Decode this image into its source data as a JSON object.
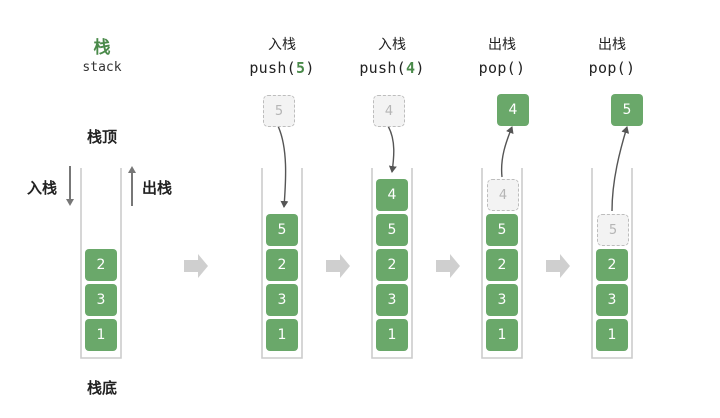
{
  "legend": {
    "title_cn": "栈",
    "title_en": "stack",
    "top_label": "栈顶",
    "bottom_label": "栈底",
    "push_label": "入栈",
    "pop_label": "出栈"
  },
  "steps": [
    {
      "op_cn": "",
      "op_code_prefix": "",
      "op_arg": "",
      "op_code_suffix": "",
      "stack_bottom_to_top": [
        "1",
        "3",
        "2"
      ],
      "ghost": null,
      "floating": null
    },
    {
      "op_cn": "入栈",
      "op_code_prefix": "push(",
      "op_arg": "5",
      "op_code_suffix": ")",
      "stack_bottom_to_top": [
        "1",
        "3",
        "2",
        "5"
      ],
      "ghost": "5",
      "floating": null
    },
    {
      "op_cn": "入栈",
      "op_code_prefix": "push(",
      "op_arg": "4",
      "op_code_suffix": ")",
      "stack_bottom_to_top": [
        "1",
        "3",
        "2",
        "5",
        "4"
      ],
      "ghost": "4",
      "floating": null
    },
    {
      "op_cn": "出栈",
      "op_code_prefix": "pop()",
      "op_arg": "",
      "op_code_suffix": "",
      "stack_bottom_to_top": [
        "1",
        "3",
        "2",
        "5"
      ],
      "ghost": "4",
      "floating": "4"
    },
    {
      "op_cn": "出栈",
      "op_code_prefix": "pop()",
      "op_arg": "",
      "op_code_suffix": "",
      "stack_bottom_to_top": [
        "1",
        "3",
        "2"
      ],
      "ghost": "5",
      "floating": "5"
    }
  ],
  "colors": {
    "box_fill": "#6aa86a",
    "accent_text": "#4a8a4a",
    "ghost_fill": "#f3f3f3",
    "ghost_border": "#bdbdbd",
    "container_line": "#cccccc",
    "arrow_gray": "#777777",
    "transition_arrow": "#cfcfcf"
  }
}
